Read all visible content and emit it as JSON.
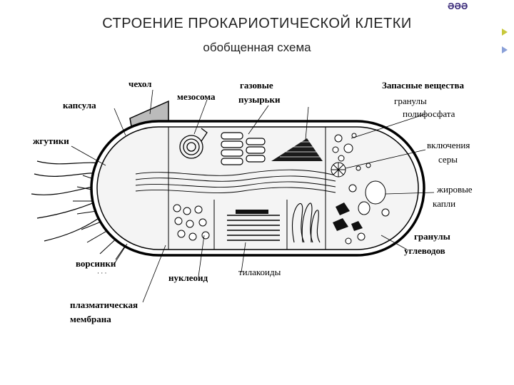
{
  "header": {
    "title": "СТРОЕНИЕ ПРОКАРИОТИЧЕСКОЙ КЛЕТКИ",
    "subtitle": "обобщенная схема",
    "corner": "ƏƏƏ"
  },
  "labels": {
    "chekhol": "чехол",
    "kapsula": "капсула",
    "zhgutiki": "жгутики",
    "mezosoma": "мезосома",
    "gazovye": "газовые",
    "puzyrki": "пузырьки",
    "zapasnye": "Запасные вещества",
    "granuly": "гранулы",
    "polifosfata": "полифосфата",
    "vklyucheniya": "включения",
    "sery": "серы",
    "zhirovye": "жировые",
    "kapli": "капли",
    "granuly2": "гранулы",
    "uglevodov": "углеводов",
    "vorsinki": "ворсинки",
    "nukleoid": "нуклеоид",
    "tilakoidy": "тилакоиды",
    "plazmaticheskaya": "плазматическая",
    "membrana": "мембрана"
  }
}
